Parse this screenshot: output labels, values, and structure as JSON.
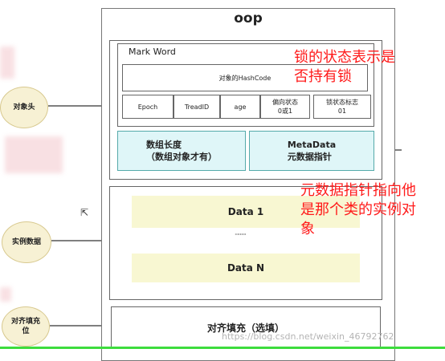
{
  "title": "oop",
  "mark_word": {
    "label": "Mark Word",
    "hashcode": "对象的HashCode",
    "cells": [
      {
        "text": "Epoch"
      },
      {
        "text": "TreadID"
      },
      {
        "text": "age"
      },
      {
        "text": "偏向状态\n0或1"
      },
      {
        "text": "锁状态标志\n01"
      }
    ]
  },
  "header_cells": {
    "array_length": "数组长度\n（数组对象才有）",
    "metadata": "MetaData\n元数据指针"
  },
  "instance": {
    "data1": "Data 1",
    "dots": "·········",
    "dataN": "Data N"
  },
  "padding": "对齐填充（选填）",
  "left_labels": {
    "header": "对象头",
    "instance": "实例数据",
    "padding": "对齐填充\n位"
  },
  "annotations": {
    "lock": "锁的状态表示是\n否持有锁",
    "metadata": "元数据指针指向他\n是那个类的实例对\n象"
  },
  "watermark": "https://blog.csdn.net/weixin_46792762",
  "colors": {
    "annotation": "#ff1a1a",
    "cyan_fill": "#dff6f8",
    "yellow_fill": "#f8f7d2",
    "circle_fill": "#f7f1d4"
  }
}
